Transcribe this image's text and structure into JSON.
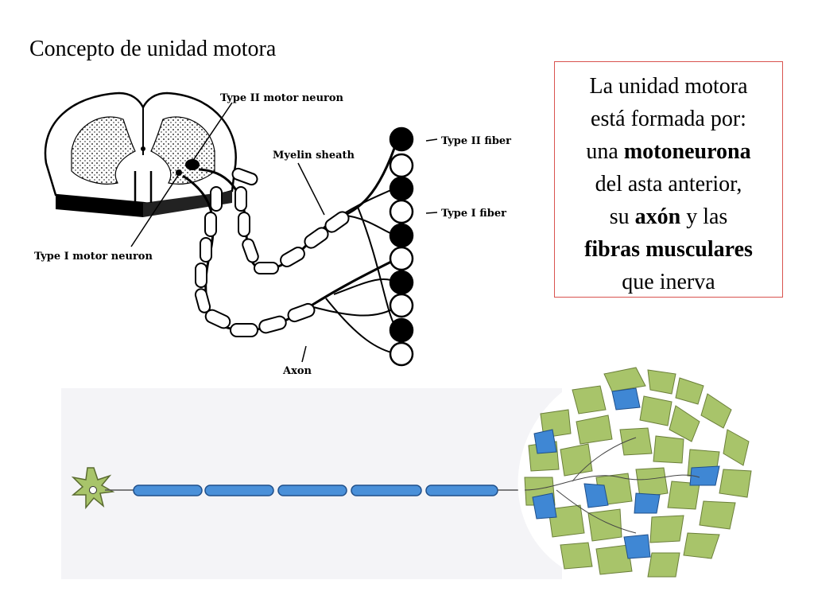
{
  "title": "Concepto de unidad motora",
  "info": {
    "line1": "La unidad motora",
    "line2": "está formada por:",
    "line3_pre": "una ",
    "line3_bold": "motoneurona",
    "line4": "del asta anterior,",
    "line5_pre": "su ",
    "line5_bold": "axón",
    "line5_post": " y las",
    "line6_bold": "fibras musculares",
    "line7": "que inerva"
  },
  "labels": {
    "type2_neuron": "Type II motor neuron",
    "type1_neuron": "Type I motor neuron",
    "myelin": "Myelin sheath",
    "type2_fiber": "Type II fiber",
    "type1_fiber": "Type I fiber",
    "axon": "Axon"
  },
  "colors": {
    "box_border": "#d9534f",
    "myelin_blue": "#4a90d9",
    "fiber_green": "#a8c46a",
    "fiber_blue": "#3f87d4"
  }
}
